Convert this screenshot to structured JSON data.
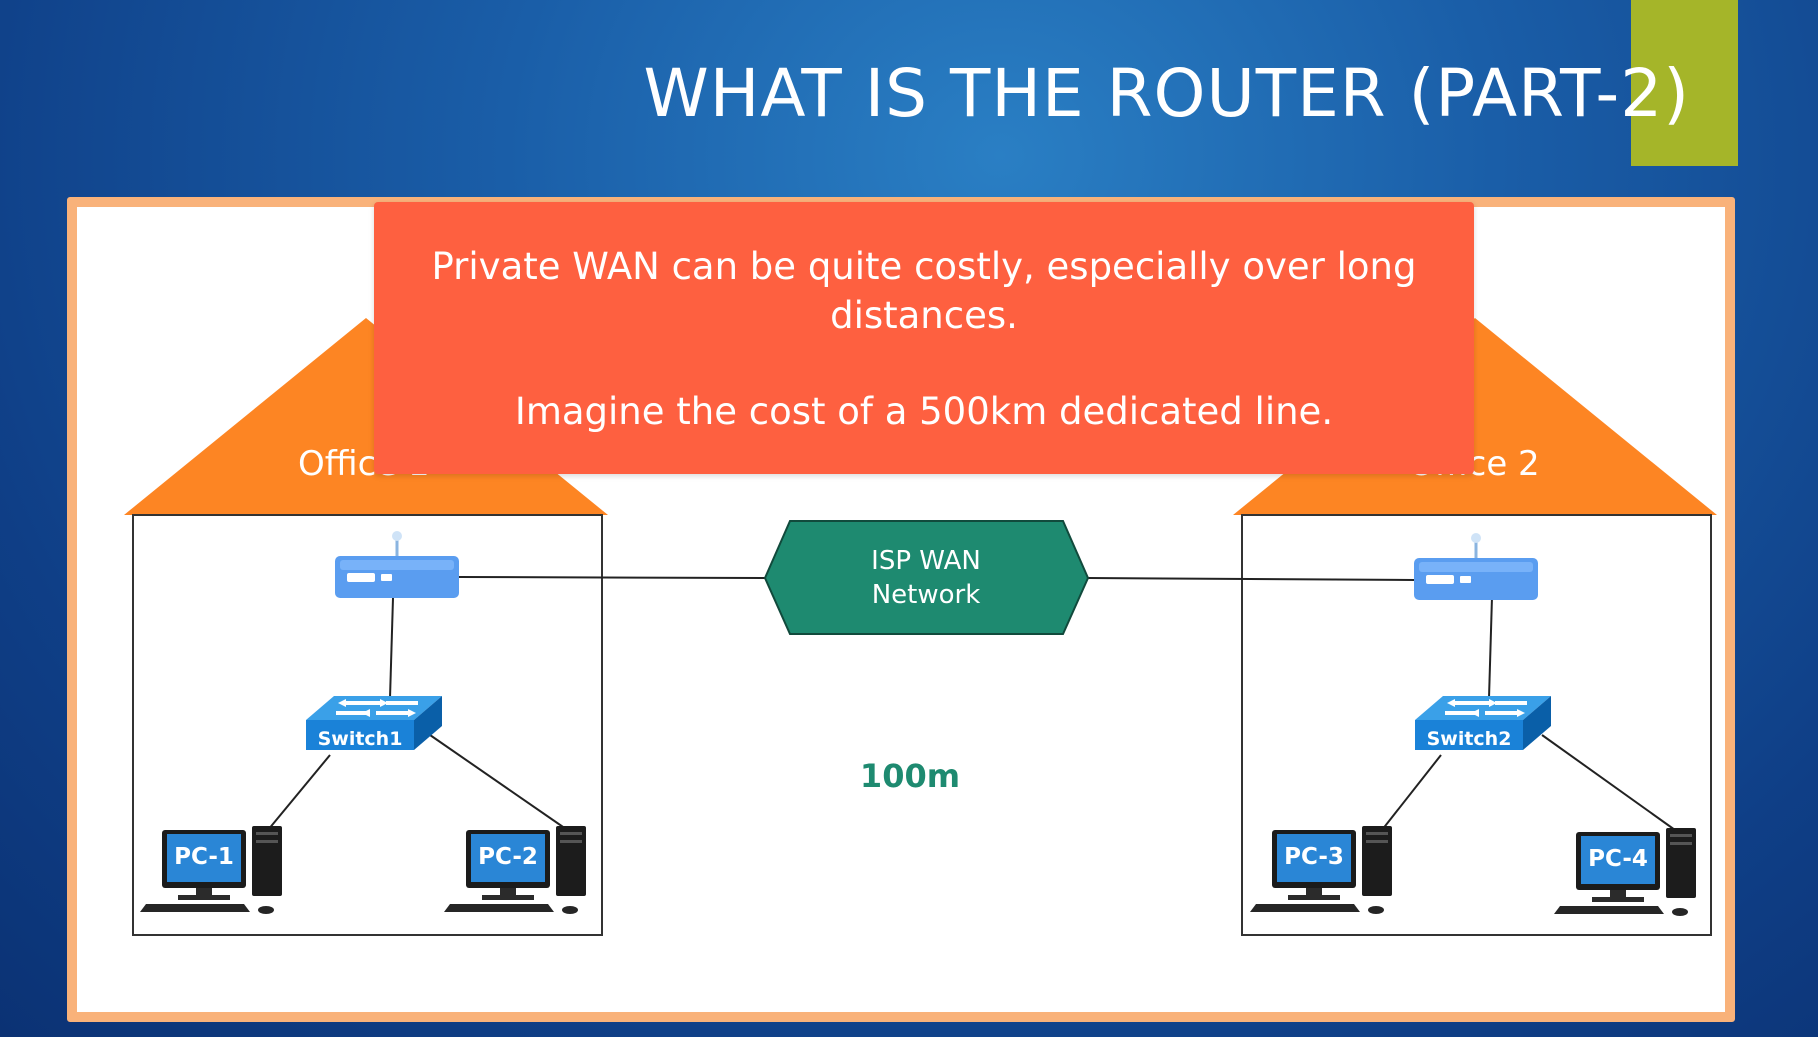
{
  "slide": {
    "title": "WHAT IS THE ROUTER (PART-2)",
    "accent_color": "#a5b529"
  },
  "callout": {
    "line1": "Private WAN can be quite costly, especially over long distances.",
    "line2": "Imagine the cost of a 500km dedicated line.",
    "color": "#fe6040"
  },
  "diagram": {
    "offices": [
      {
        "label": "Office 1",
        "color": "#fd8523"
      },
      {
        "label": "Office 2",
        "color": "#fd8523"
      }
    ],
    "wan": {
      "line1": "ISP WAN",
      "line2": "Network",
      "color": "#1e8a70"
    },
    "distance": "100m",
    "switches": [
      "Switch1",
      "Switch2"
    ],
    "pcs": [
      "PC-1",
      "PC-2",
      "PC-3",
      "PC-4"
    ],
    "router_icon": "router-icon",
    "switch_icon": "switch-icon",
    "pc_icon": "desktop-pc-icon"
  }
}
